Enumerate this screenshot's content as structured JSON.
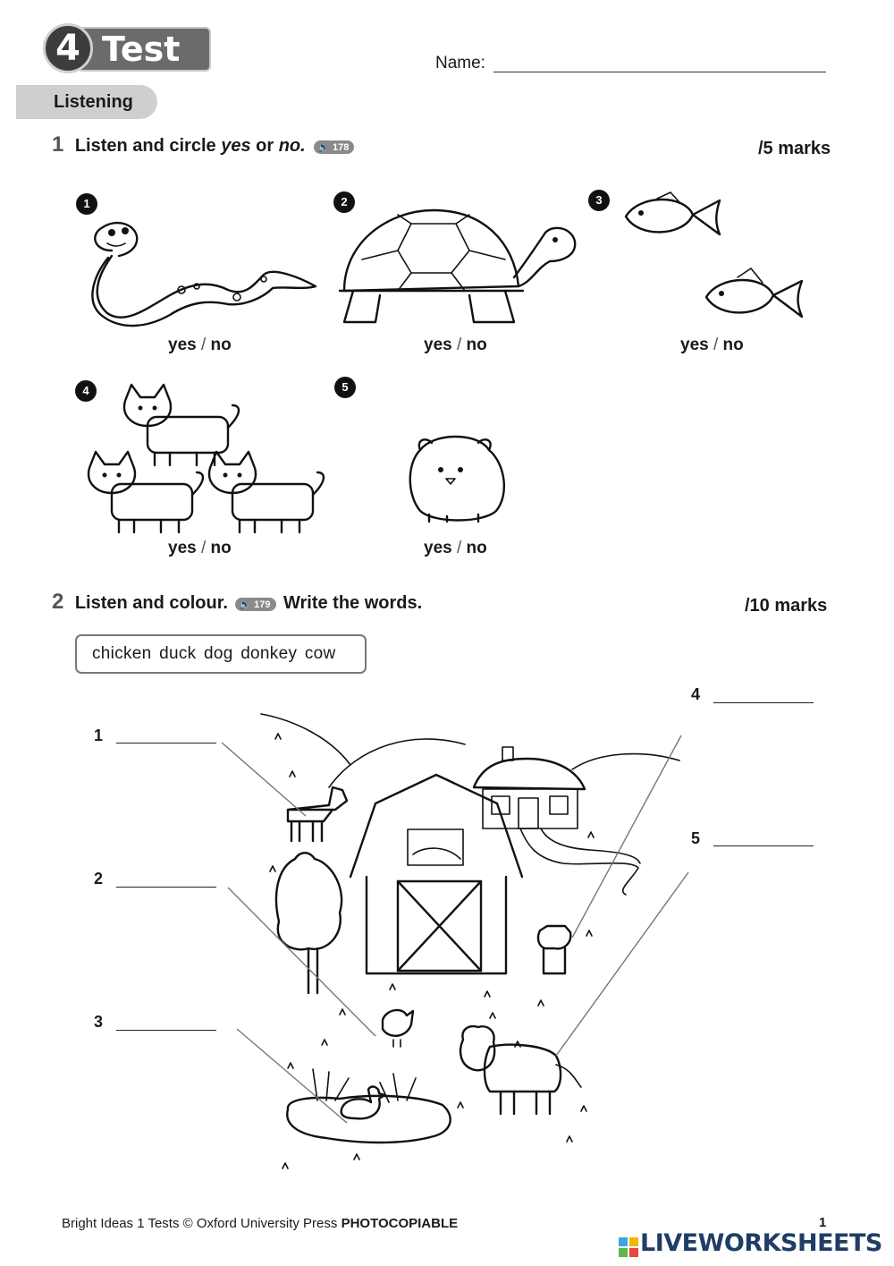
{
  "header": {
    "unit_number": "4",
    "title": "Test",
    "name_label": "Name:"
  },
  "section": {
    "label": "Listening"
  },
  "q1": {
    "number": "1",
    "text_before": "Listen and circle ",
    "yes_word": "yes",
    "or_word": " or ",
    "no_word": "no.",
    "audio_track": "178",
    "marks": "/5 marks",
    "items": [
      {
        "num": "1",
        "animal_icon": "snake-icon",
        "answer_label": "yes",
        "sep": " / ",
        "answer_label2": "no"
      },
      {
        "num": "2",
        "animal_icon": "tortoise-icon",
        "answer_label": "yes",
        "sep": " / ",
        "answer_label2": "no"
      },
      {
        "num": "3",
        "animal_icon": "fish-icon",
        "answer_label": "yes",
        "sep": " / ",
        "answer_label2": "no"
      },
      {
        "num": "4",
        "animal_icon": "cats-icon",
        "answer_label": "yes",
        "sep": " / ",
        "answer_label2": "no"
      },
      {
        "num": "5",
        "animal_icon": "hamster-icon",
        "answer_label": "yes",
        "sep": " / ",
        "answer_label2": "no"
      }
    ]
  },
  "q2": {
    "number": "2",
    "text": "Listen and colour.",
    "audio_track": "179",
    "text2": "Write the words.",
    "marks": "/10 marks",
    "word_bank": "chicken  duck  dog  donkey  cow",
    "blanks": [
      "1",
      "2",
      "3",
      "4",
      "5"
    ],
    "scene_icon": "farm-scene-icon"
  },
  "footer": {
    "credit": "Bright Ideas 1 Tests © Oxford University Press ",
    "credit_bold": "PHOTOCOPIABLE",
    "page_number": "1",
    "brand": "LIVEWORKSHEETS"
  }
}
